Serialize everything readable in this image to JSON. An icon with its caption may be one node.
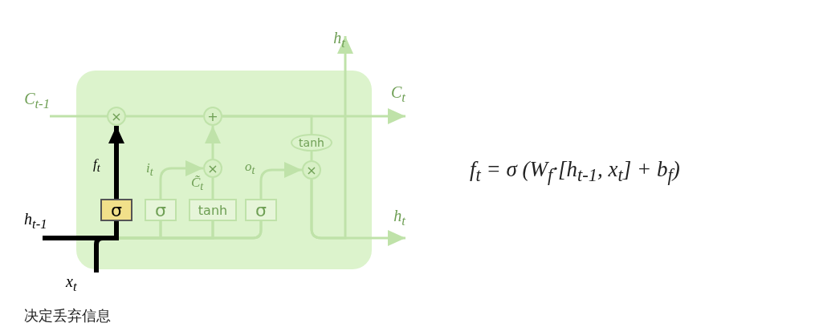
{
  "diagram": {
    "nodes": [
      {
        "text": [],
        "shape": "box"
      },
      {
        "text": [
          "σ"
        ],
        "in": 0
      },
      {
        "text": [
          "σ"
        ],
        "in": 0
      },
      {
        "text": [
          "tanh"
        ],
        "in": 0
      },
      {
        "text": [
          "σ"
        ],
        "in": 0
      },
      {
        "text": [
          "×"
        ],
        "in": 0
      },
      {
        "text": [
          "+"
        ],
        "in": 0
      },
      {
        "text": [
          "×"
        ],
        "in": 0
      },
      {
        "text": [
          "tanh"
        ],
        "in": 0
      },
      {
        "text": [
          "×"
        ],
        "in": 0
      },
      {
        "text": [
          "C$_{t-1}$"
        ]
      },
      {
        "text": [
          "C$_{t}$"
        ]
      },
      {
        "text": [
          "h$_{t}$"
        ]
      },
      {
        "text": [
          "h$_{t}$"
        ]
      },
      {
        "text": [
          "h$_{t-1}$"
        ]
      },
      {
        "text": [
          "x$_{t}$"
        ]
      }
    ],
    "edges": [
      {
        "from": 10,
        "to": 5,
        "arrow": "none"
      },
      {
        "from": 5,
        "to": 6,
        "arrow": "none"
      },
      {
        "from": 6,
        "to": 11,
        "arrow": "to"
      },
      {
        "from": 14,
        "to": 2,
        "arrow": "none"
      },
      {
        "from": 14,
        "to": 3,
        "arrow": "none"
      },
      {
        "from": 14,
        "to": 4,
        "arrow": "none"
      },
      {
        "from": 15,
        "to": 2,
        "arrow": "none"
      },
      {
        "from": 15,
        "to": 3,
        "arrow": "none"
      },
      {
        "from": 15,
        "to": 4,
        "arrow": "none"
      },
      {
        "from": 14,
        "to": 1,
        "arrow": "none",
        "style": "thick",
        "color": "#000000"
      },
      {
        "from": 15,
        "to": 1,
        "arrow": "none",
        "style": "thick",
        "color": "#000000"
      },
      {
        "from": 1,
        "to": 5,
        "arrow": "to",
        "label": "f$_{t}$",
        "style": "thick",
        "color": "#000000"
      },
      {
        "from": 2,
        "to": 7,
        "arrow": "to",
        "label": "i$_{t}$"
      },
      {
        "from": 3,
        "to": 7,
        "arrow": "none",
        "label": "C̃$_{t}$"
      },
      {
        "from": 7,
        "to": 6,
        "arrow": "to"
      },
      {
        "from": 4,
        "to": 9,
        "arrow": "to",
        "label": "o$_{t}$"
      },
      {
        "from": 6,
        "to": 8,
        "arrow": "none"
      },
      {
        "from": 8,
        "to": 9,
        "arrow": "none"
      },
      {
        "from": 9,
        "to": 12,
        "arrow": "to"
      },
      {
        "from": 9,
        "to": 13,
        "arrow": "to"
      }
    ],
    "labels": [
      "f$_{t}$ = σ (W$_{f}$·[h$_{t-1}$, x$_{t}$]  +  b$_{f}$)",
      "决定丢弃信息"
    ]
  }
}
